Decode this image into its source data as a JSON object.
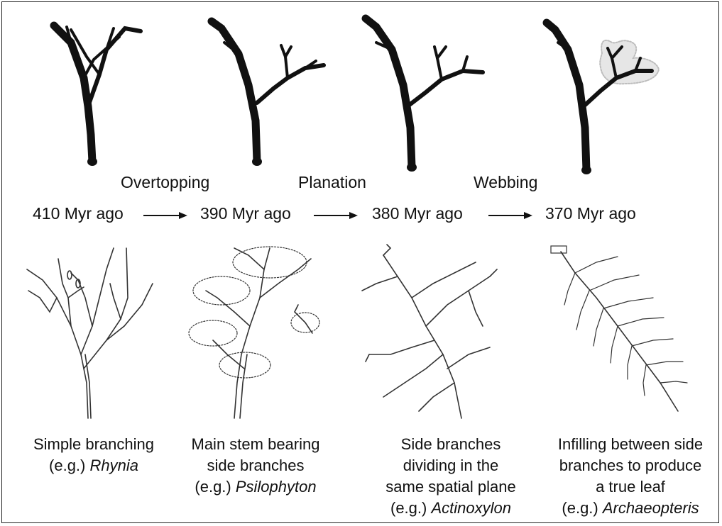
{
  "processes": [
    "Overtopping",
    "Planation",
    "Webbing"
  ],
  "timeline": [
    "410 Myr ago",
    "390 Myr ago",
    "380 Myr ago",
    "370 Myr ago"
  ],
  "captions": [
    {
      "lines": [
        "Simple branching"
      ],
      "eg_prefix": "(e.g.) ",
      "genus": "Rhynia"
    },
    {
      "lines": [
        "Main stem bearing",
        "side branches"
      ],
      "eg_prefix": "(e.g.) ",
      "genus": "Psilophyton"
    },
    {
      "lines": [
        "Side branches",
        "dividing in the",
        "same spatial plane"
      ],
      "eg_prefix": "(e.g.) ",
      "genus": "Actinoxylon"
    },
    {
      "lines": [
        "Infilling between side",
        "branches to produce",
        "a true leaf"
      ],
      "eg_prefix": "(e.g.) ",
      "genus": "Archaeopteris"
    }
  ],
  "colors": {
    "ink": "#111111",
    "web": "#bdbdbd"
  }
}
